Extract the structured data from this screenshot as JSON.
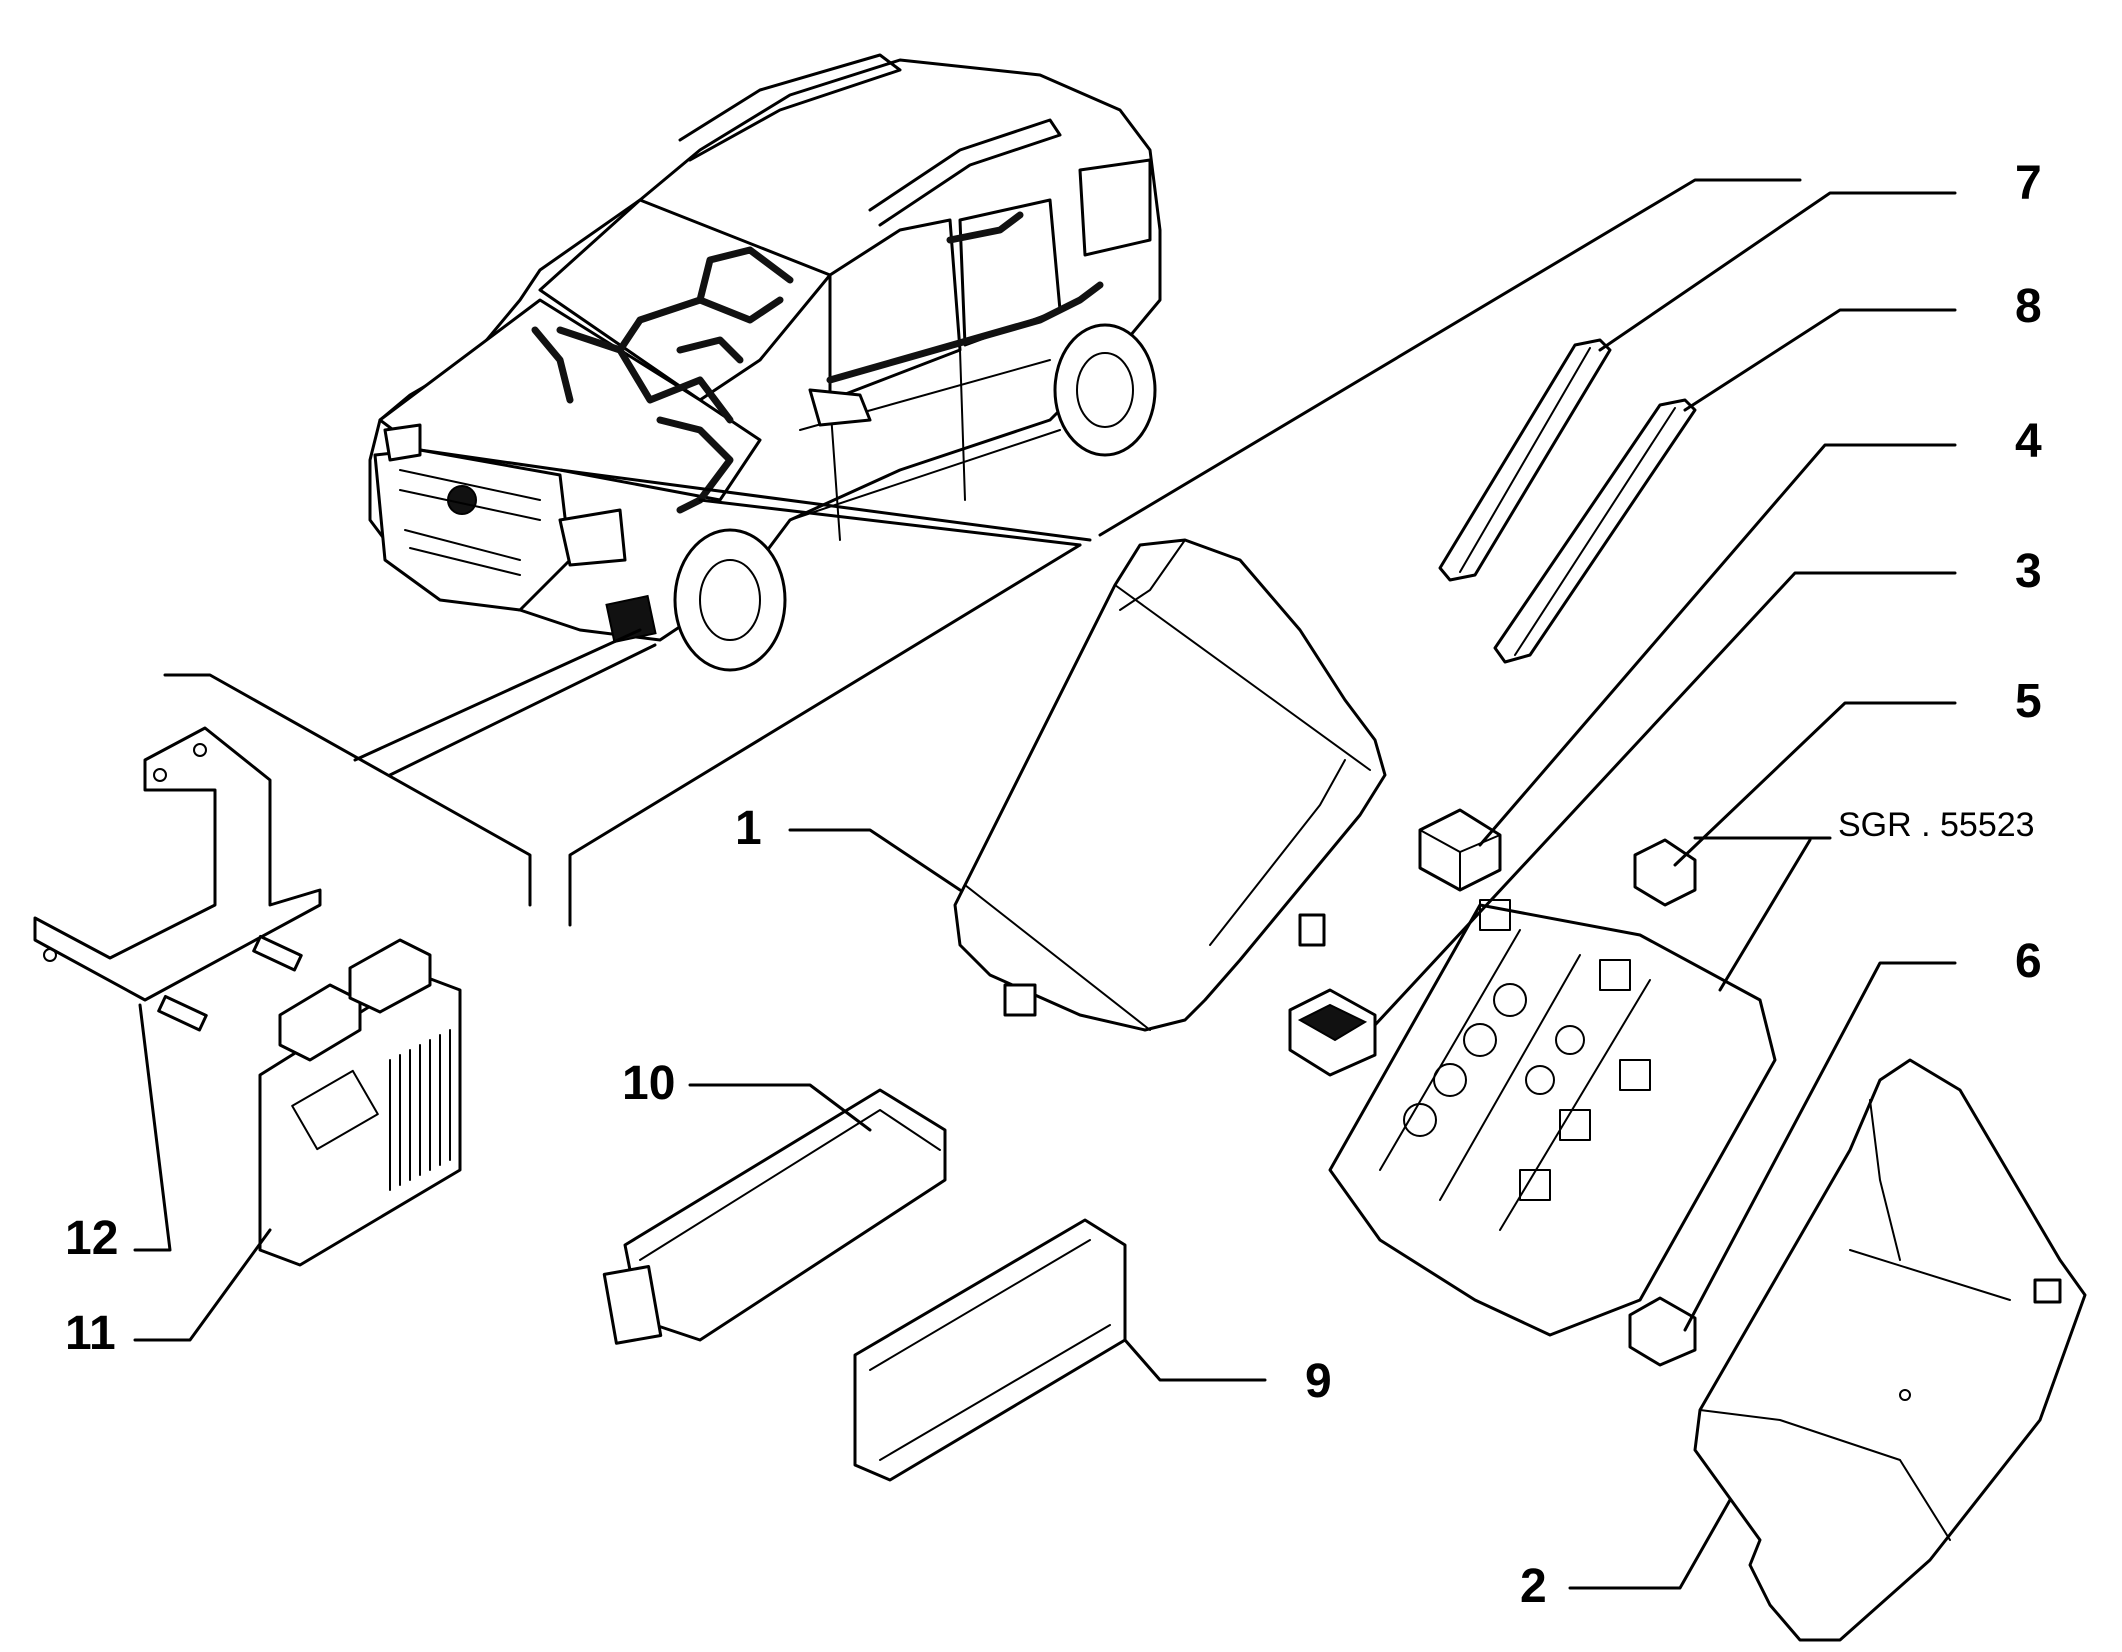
{
  "drawing_code": "SGR . 55523",
  "callouts": [
    {
      "id": "1",
      "label": "1"
    },
    {
      "id": "2",
      "label": "2"
    },
    {
      "id": "3",
      "label": "3"
    },
    {
      "id": "4",
      "label": "4"
    },
    {
      "id": "5",
      "label": "5"
    },
    {
      "id": "6",
      "label": "6"
    },
    {
      "id": "7",
      "label": "7"
    },
    {
      "id": "8",
      "label": "8"
    },
    {
      "id": "9",
      "label": "9"
    },
    {
      "id": "10",
      "label": "10"
    },
    {
      "id": "11",
      "label": "11"
    },
    {
      "id": "12",
      "label": "12"
    }
  ]
}
